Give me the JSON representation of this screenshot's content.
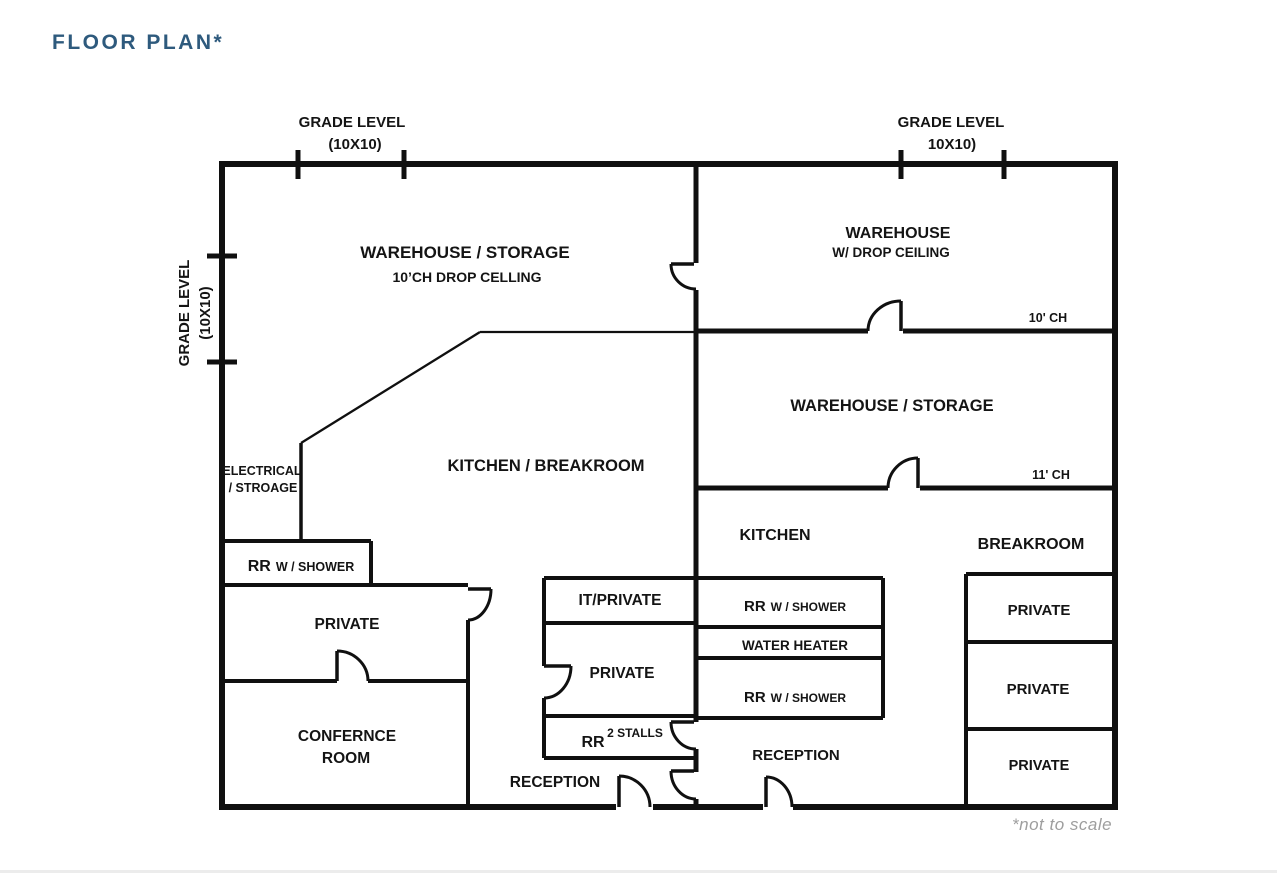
{
  "page": {
    "title": "FLOOR PLAN*",
    "footnote": "*not to scale"
  },
  "colors": {
    "title_blue": "#2e5a7d",
    "wall_black": "#101010",
    "footnote_gray": "#9e9e9e"
  },
  "grade_labels": {
    "top_left": {
      "line1": "GRADE LEVEL",
      "line2": "(10X10)"
    },
    "top_right": {
      "line1": "GRADE LEVEL",
      "line2": "10X10)"
    },
    "left_side": {
      "line1": "GRADE LEVEL",
      "line2": "(10X10)"
    }
  },
  "rooms": {
    "warehouse_storage_left": {
      "name": "WAREHOUSE / STORAGE",
      "note": "10’CH DROP CELLING"
    },
    "warehouse_right": {
      "name": "WAREHOUSE",
      "note": "W/ DROP CEILING",
      "ceiling_height": "10' CH"
    },
    "warehouse_storage_right": {
      "name": "WAREHOUSE / STORAGE",
      "ceiling_height": "11' CH"
    },
    "kitchen_breakroom": {
      "name": "KITCHEN / BREAKROOM"
    },
    "electrical_storage": {
      "line1": "ELECTRICAL",
      "line2": "/ STROAGE"
    },
    "rr_shower_left": {
      "abbr": "RR",
      "detail": "W / SHOWER"
    },
    "private_left": {
      "name": "PRIVATE"
    },
    "conference_room": {
      "line1": "CONFERNCE",
      "line2": "ROOM"
    },
    "it_private": {
      "name": "IT/PRIVATE"
    },
    "private_center": {
      "name": "PRIVATE"
    },
    "rr_stalls": {
      "abbr": "RR",
      "note": "2 STALLS"
    },
    "reception_left": {
      "name": "RECEPTION"
    },
    "kitchen": {
      "name": "KITCHEN"
    },
    "breakroom": {
      "name": "BREAKROOM"
    },
    "rr_shower_right_1": {
      "abbr": "RR",
      "detail": "W / SHOWER"
    },
    "water_heater": {
      "name": "WATER HEATER"
    },
    "rr_shower_right_2": {
      "abbr": "RR",
      "detail": "W / SHOWER"
    },
    "reception_right": {
      "name": "RECEPTION"
    },
    "private_right_1": {
      "name": "PRIVATE"
    },
    "private_right_2": {
      "name": "PRIVATE"
    },
    "private_right_3": {
      "name": "PRIVATE"
    }
  }
}
